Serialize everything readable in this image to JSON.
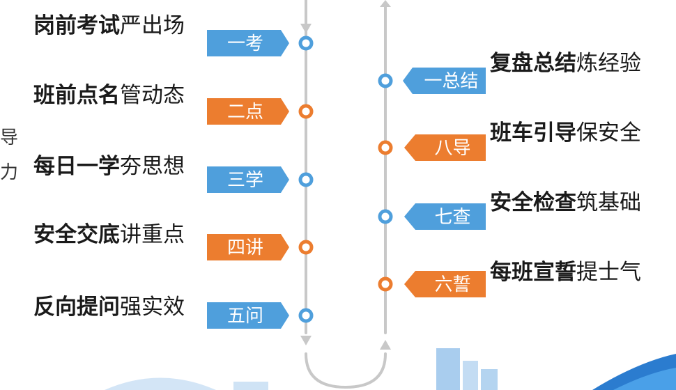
{
  "colors": {
    "blue": "#4f9fdc",
    "orange": "#ec7d2f",
    "track": "#c8c8c8",
    "sky": "#dcebf8",
    "building": "#a9cdee"
  },
  "edge_chars": [
    "导",
    "力"
  ],
  "left": [
    {
      "bold": "岗前考试",
      "rest": "严出场",
      "tag": "一考",
      "color": "blue"
    },
    {
      "bold": "班前点名",
      "rest": "管动态",
      "tag": "二点",
      "color": "orange"
    },
    {
      "bold": "每日一学",
      "rest": "夯思想",
      "tag": "三学",
      "color": "blue"
    },
    {
      "bold": "安全交底",
      "rest": "讲重点",
      "tag": "四讲",
      "color": "orange"
    },
    {
      "bold": "反向提问",
      "rest": "强实效",
      "tag": "五问",
      "color": "blue"
    }
  ],
  "right": [
    {
      "bold": "复盘总结",
      "rest": "炼经验",
      "tag": "一总结",
      "color": "blue"
    },
    {
      "bold": "班车引导",
      "rest": "保安全",
      "tag": "八导",
      "color": "orange"
    },
    {
      "bold": "安全检查",
      "rest": "筑基础",
      "tag": "七查",
      "color": "blue"
    },
    {
      "bold": "每班宣誓",
      "rest": "提士气",
      "tag": "六誓",
      "color": "orange"
    }
  ]
}
